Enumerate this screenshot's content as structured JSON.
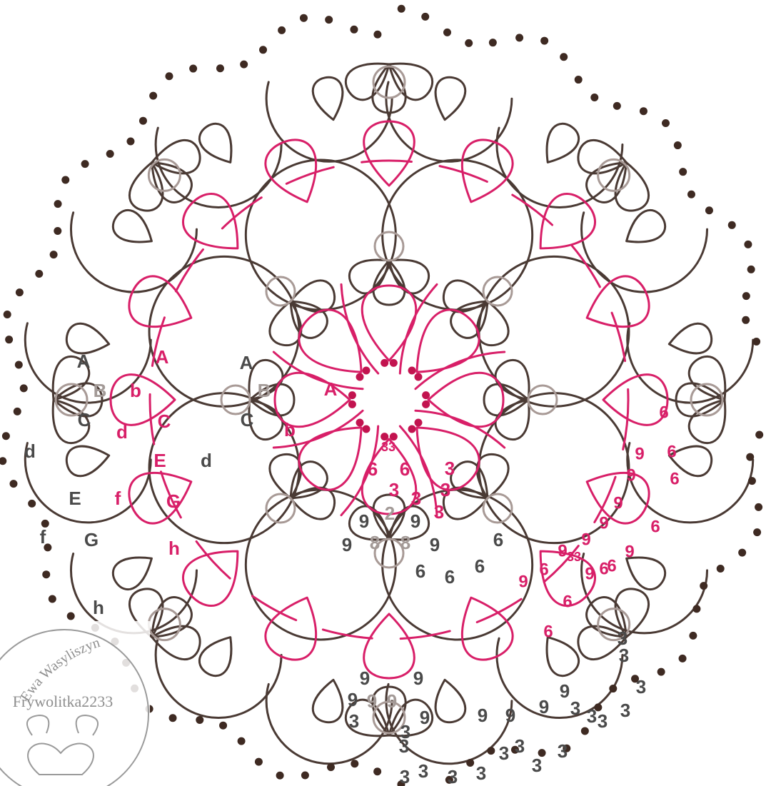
{
  "watermark": {
    "name": "Ewa Wasyliszyn",
    "handle": "Frywolitka2233"
  },
  "colors": {
    "brown": "#4a3a34",
    "pink": "#d81f68",
    "grey": "#a89a96",
    "picot": "#3e2a22",
    "pink_picot": "#c2134f",
    "label_dark": "#4a4a4a",
    "label_grey": "#a39a97"
  },
  "labels": {
    "left": {
      "brown": [
        "A",
        "C",
        "d",
        "E",
        "f",
        "G",
        "h"
      ],
      "grey": [
        "B"
      ],
      "pink": [
        "A",
        "b",
        "d",
        "C",
        "E",
        "f",
        "G",
        "h"
      ]
    },
    "middle": {
      "brown": [
        "A",
        "C",
        "d"
      ],
      "grey": [
        "B"
      ],
      "pink": [
        "b",
        "A"
      ]
    },
    "center": {
      "pink": [
        "33",
        "6",
        "6",
        "3",
        "3",
        "3",
        "3",
        "3"
      ],
      "grey": [
        "2",
        "8",
        "8"
      ],
      "brown": [
        "9",
        "9",
        "9",
        "9",
        "6",
        "6",
        "6",
        "6"
      ]
    },
    "right": {
      "pink": [
        "6",
        "6",
        "9",
        "9",
        "6",
        "9",
        "9",
        "6",
        "9",
        "9",
        "9",
        "6",
        "6",
        "9",
        "9",
        "33",
        "6",
        "6",
        "6"
      ],
      "brown": [
        "3",
        "3"
      ]
    },
    "bottom": {
      "brown": [
        "9",
        "9",
        "9",
        "9",
        "3",
        "3",
        "3",
        "3",
        "3",
        "9",
        "9",
        "9",
        "9",
        "3",
        "3",
        "3",
        "3",
        "3",
        "3",
        "3",
        "3",
        "3",
        "3",
        "3"
      ],
      "grey": [
        "9",
        "9"
      ]
    }
  }
}
